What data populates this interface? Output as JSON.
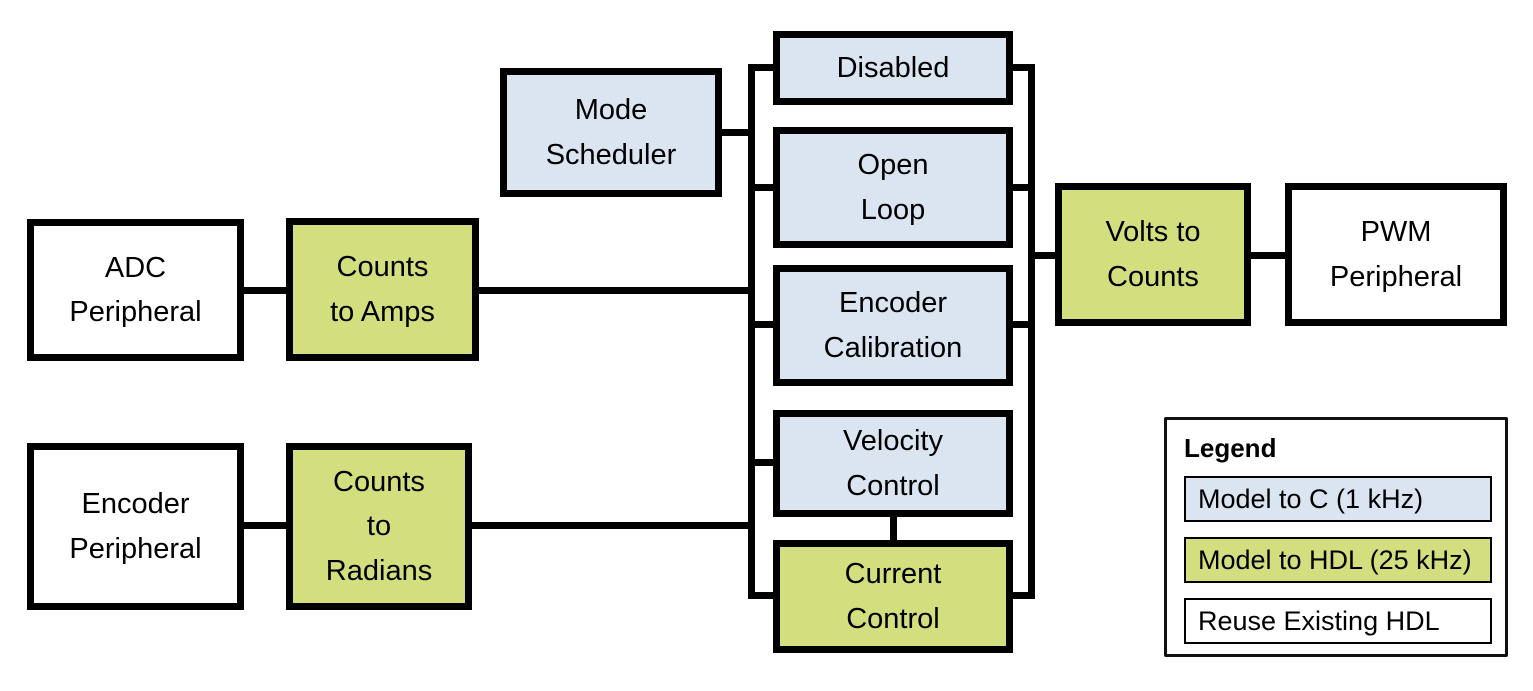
{
  "blocks": [
    {
      "id": "adc-peripheral",
      "label": "ADC\nPeripheral",
      "category": "reuse-existing-hdl"
    },
    {
      "id": "counts-to-amps",
      "label": "Counts\nto Amps",
      "category": "model-to-hdl"
    },
    {
      "id": "encoder-peripheral",
      "label": "Encoder\nPeripheral",
      "category": "reuse-existing-hdl"
    },
    {
      "id": "counts-to-radians",
      "label": "Counts\nto\nRadians",
      "category": "model-to-hdl"
    },
    {
      "id": "mode-scheduler",
      "label": "Mode\nScheduler",
      "category": "model-to-c"
    },
    {
      "id": "disabled",
      "label": "Disabled",
      "category": "model-to-c"
    },
    {
      "id": "open-loop",
      "label": "Open\nLoop",
      "category": "model-to-c"
    },
    {
      "id": "encoder-calibration",
      "label": "Encoder\nCalibration",
      "category": "model-to-c"
    },
    {
      "id": "velocity-control",
      "label": "Velocity\nControl",
      "category": "model-to-c"
    },
    {
      "id": "current-control",
      "label": "Current\nControl",
      "category": "model-to-hdl"
    },
    {
      "id": "volts-to-counts",
      "label": "Volts to\nCounts",
      "category": "model-to-hdl"
    },
    {
      "id": "pwm-peripheral",
      "label": "PWM\nPeripheral",
      "category": "reuse-existing-hdl"
    }
  ],
  "connections": [
    "ADC Peripheral - Counts to Amps",
    "Counts to Amps - mode bus",
    "Encoder Peripheral - Counts to Radians",
    "Counts to Radians - mode bus",
    "Mode Scheduler - mode bus",
    "mode bus - Disabled",
    "mode bus - Open Loop",
    "mode bus - Encoder Calibration",
    "mode bus - Velocity Control",
    "mode bus - Current Control",
    "Disabled - output bus",
    "Open Loop - output bus",
    "Encoder Calibration - output bus",
    "Current Control - output bus",
    "Velocity Control - Current Control",
    "output bus - Volts to Counts",
    "Volts to Counts - PWM Peripheral"
  ],
  "legend": {
    "title": "Legend",
    "items": [
      {
        "label": "Model to C (1 kHz)",
        "category": "model-to-c",
        "color": "#dbe5f1"
      },
      {
        "label": "Model to HDL (25 kHz)",
        "category": "model-to-hdl",
        "color": "#d3de7f"
      },
      {
        "label": "Reuse Existing HDL",
        "category": "reuse-existing-hdl",
        "color": "#ffffff"
      }
    ]
  },
  "colors": {
    "model_to_c_fill": "#dbe5f1",
    "model_to_hdl_fill": "#d3de7f",
    "reuse_existing_hdl_fill": "#ffffff",
    "line": "#000000",
    "background": "#ffffff"
  }
}
